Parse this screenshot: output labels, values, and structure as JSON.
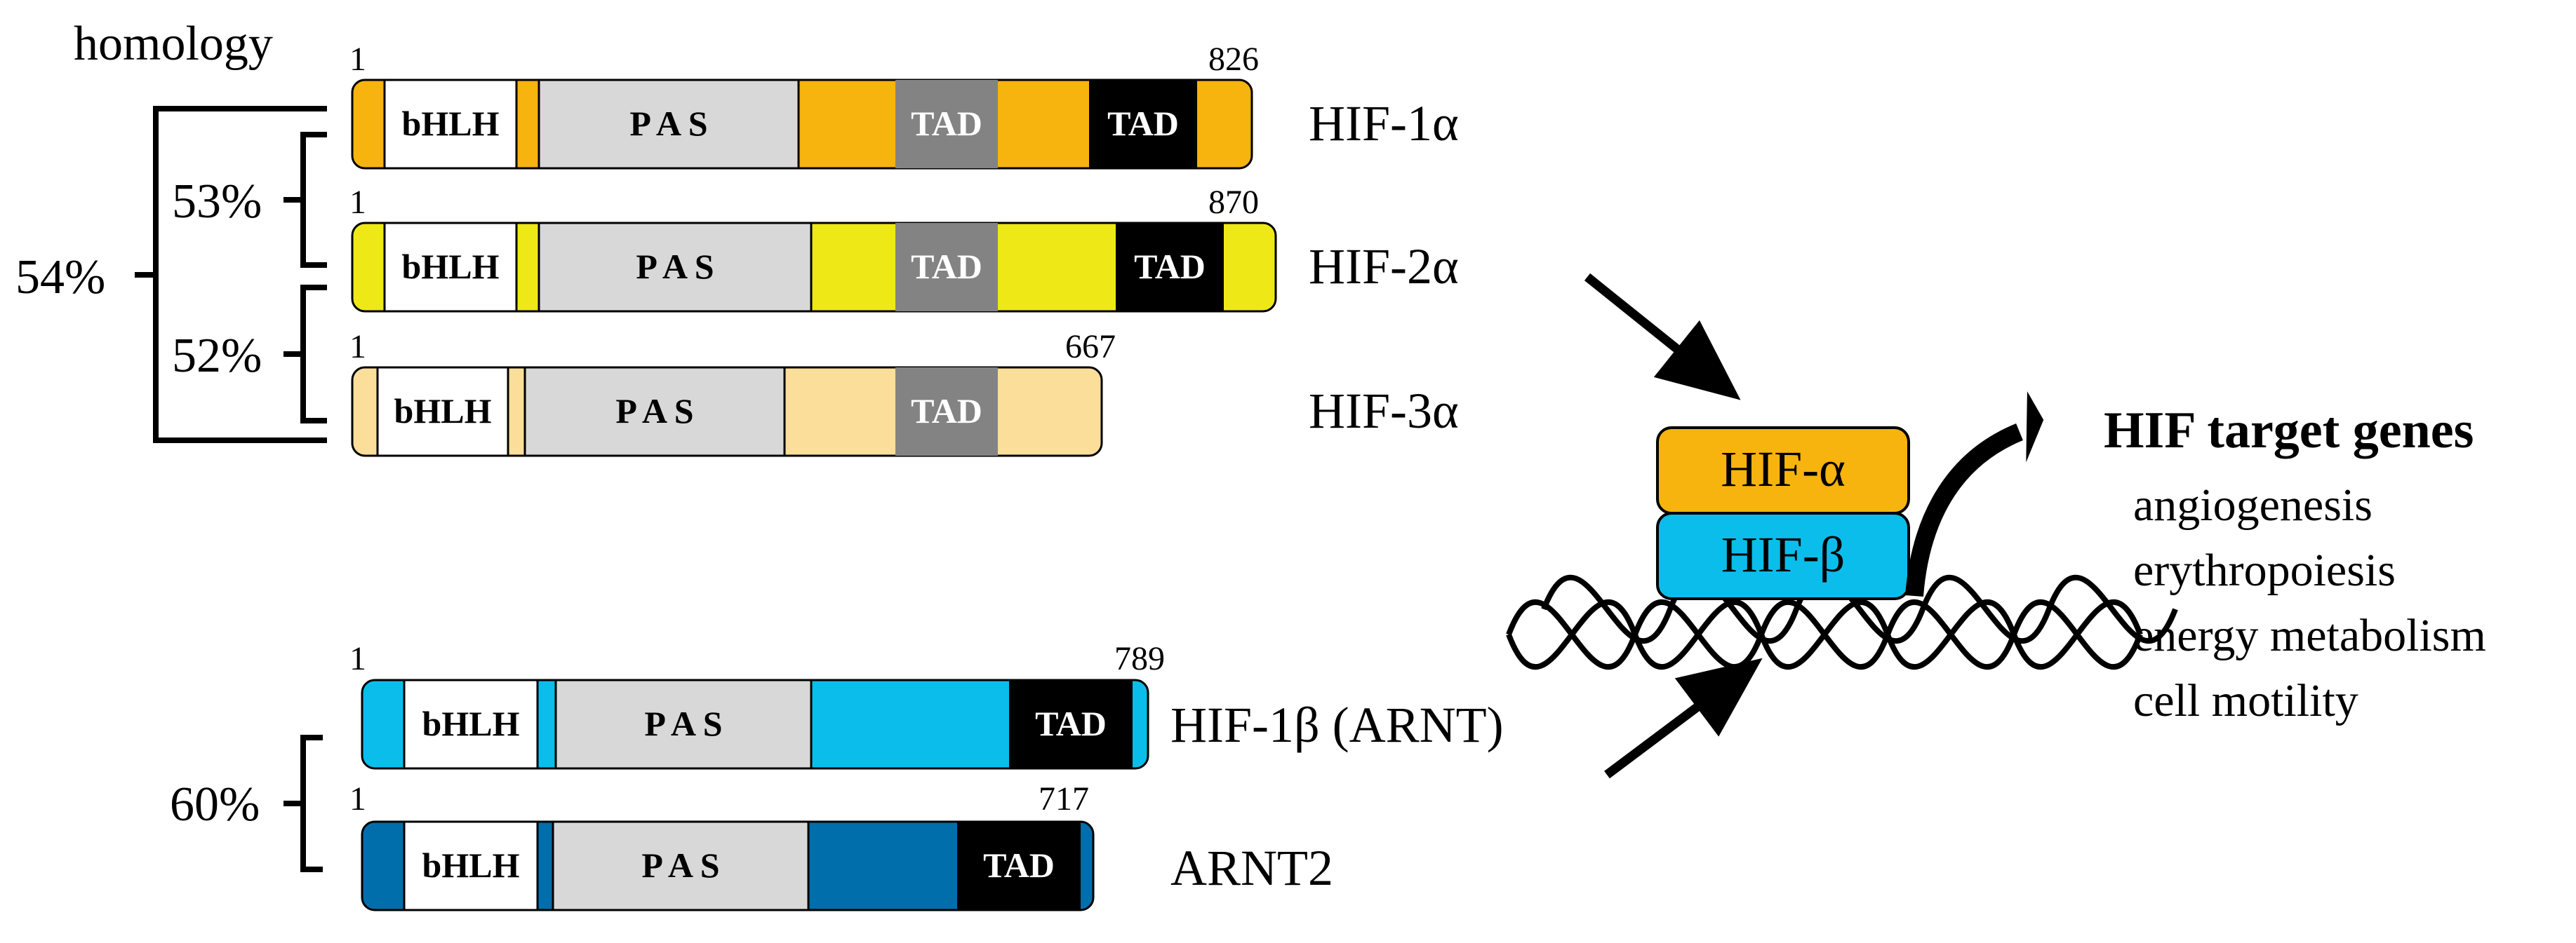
{
  "homology_label": "homology",
  "colors": {
    "hif1a": "#F7B30E",
    "hif2a": "#EEE916",
    "hif3a": "#FCDE9B",
    "hif1b": "#0BBDEA",
    "arnt2": "#016EAC",
    "pas": "#D8D8D8",
    "tad_gray": "#838383",
    "tad_black": "#000000",
    "hif_alpha_box": "#F7B30E",
    "hif_beta_box": "#0BBDEA"
  },
  "domain_labels": {
    "bhlh": "bHLH",
    "pas": "P A S",
    "tad": "TAD"
  },
  "proteins": [
    {
      "name": "HIF-1α",
      "start": "1",
      "end": "826"
    },
    {
      "name": "HIF-2α",
      "start": "1",
      "end": "870"
    },
    {
      "name": "HIF-3α",
      "start": "1",
      "end": "667"
    },
    {
      "name": "HIF-1β (ARNT)",
      "start": "1",
      "end": "789"
    },
    {
      "name": "ARNT2",
      "start": "1",
      "end": "717"
    }
  ],
  "homology": {
    "hif1a_hif3a": "54%",
    "hif1a_hif2a": "53%",
    "hif2a_hif3a": "52%",
    "arnt_arnt2": "60%"
  },
  "complex": {
    "alpha": "HIF-α",
    "beta": "HIF-β"
  },
  "targets": {
    "title": "HIF target genes",
    "items": [
      "angiogenesis",
      "erythropoiesis",
      "energy metabolism",
      "cell motility"
    ]
  }
}
